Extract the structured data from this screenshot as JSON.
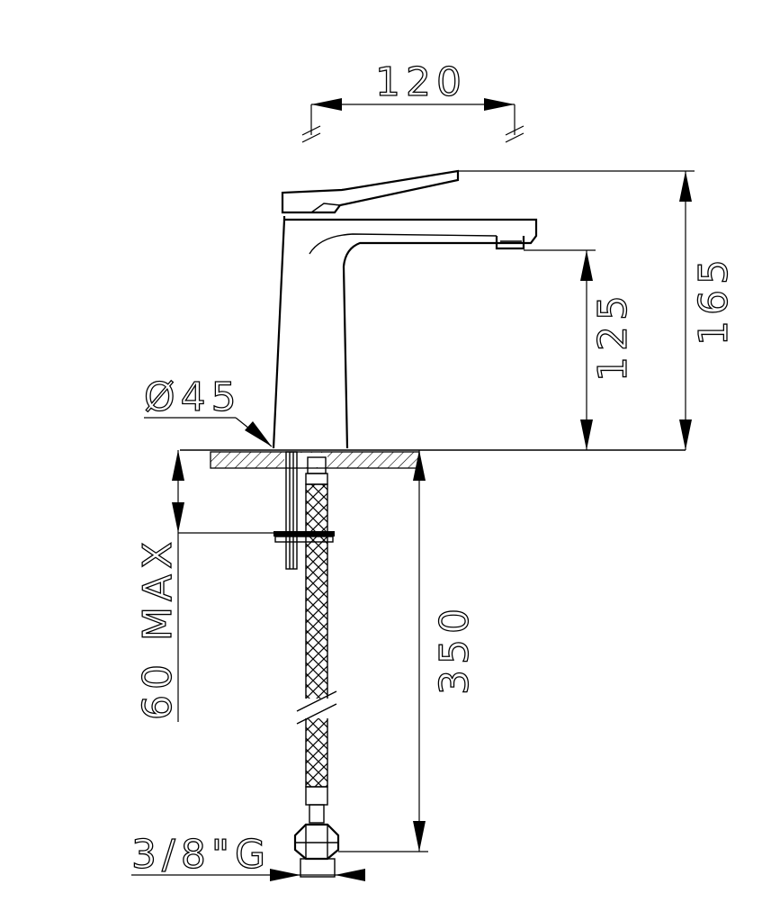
{
  "diagram": {
    "dimensions": {
      "spout_reach": "120",
      "total_height": "165",
      "spout_height": "125",
      "base_diameter": "Ø45",
      "max_deck_thickness": "60 MAX",
      "hose_length": "350",
      "connection_thread": "3/8\"G"
    },
    "colors": {
      "line": "#000000",
      "background": "#ffffff"
    }
  }
}
